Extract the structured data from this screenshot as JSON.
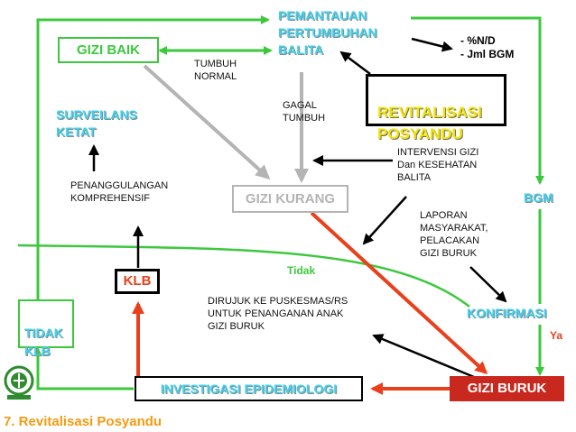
{
  "nodes": {
    "pemantauan": "PEMANTAUAN\nPERTUMBUHAN\nBALITA",
    "gizi_baik": "GIZI BAIK",
    "tumbuh_normal": "TUMBUH\nNORMAL",
    "gagal_tumbuh": "GAGAL\nTUMBUH",
    "revitalisasi_posyandu": "REVITALISASI\nPOSYANDU",
    "indicators": "- %N/D\n- Jml BGM",
    "surveilans_ketat": "SURVEILANS\nKETAT",
    "intervensi": "INTERVENSI GIZI\nDan KESEHATAN\nBALITA",
    "penanggulangan": "PENANGGULANGAN\nKOMPREHENSIF",
    "gizi_kurang": "GIZI KURANG",
    "bgm": "BGM",
    "laporan": "LAPORAN\nMASYARAKAT,\nPELACAKAN\nGIZI BURUK",
    "tidak": "Tidak",
    "klb": "KLB",
    "tidak_klb": "TIDAK\nKLB",
    "dirujuk": "DIRUJUK KE PUSKESMAS/RS\nUNTUK PENANGANAN ANAK\nGIZI BURUK",
    "konfirmasi": "KONFIRMASI",
    "ya": "Ya",
    "investigasi": "INVESTIGASI EPIDEMIOLOGI",
    "gizi_buruk": "GIZI BURUK"
  },
  "footer_title": "7. Revitalisasi Posyandu",
  "logo_icon": "ministry-emblem-icon",
  "colors": {
    "green": "#3cc83c",
    "red": "#e8401c",
    "gray": "#b4b4b4",
    "cyan": "#3ed2f0",
    "orange": "#e85a10",
    "yellow": "#f5e300",
    "dark_red": "#c8281e"
  }
}
